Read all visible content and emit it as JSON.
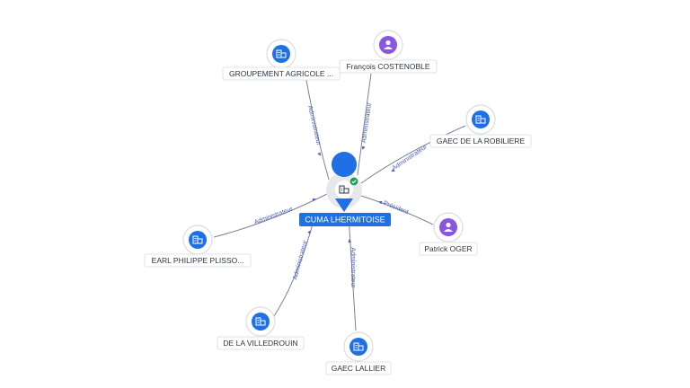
{
  "colors": {
    "company": "#1f6fe5",
    "person": "#8a55e0",
    "edge": "#7a8494",
    "edge_label": "#4a5fb0",
    "verified": "#1f9d55"
  },
  "center": {
    "label": "CUMA LHERMITOISE",
    "icon": "building-icon",
    "verified": true
  },
  "nodes": [
    {
      "id": "groupement",
      "label": "GROUPEMENT AGRICOLE ...",
      "kind": "company",
      "icon": "building-icon",
      "relation": "Administrateur"
    },
    {
      "id": "costenoble",
      "label": "François COSTENOBLE",
      "kind": "person",
      "icon": "person-icon",
      "relation": "Administrateur"
    },
    {
      "id": "robiliere",
      "label": "GAEC DE LA ROBILIERE",
      "kind": "company",
      "icon": "building-icon",
      "relation": "Administrateur"
    },
    {
      "id": "oger",
      "label": "Patrick OGER",
      "kind": "person",
      "icon": "person-icon",
      "relation": "Président"
    },
    {
      "id": "lallier",
      "label": "GAEC LALLIER",
      "kind": "company",
      "icon": "building-icon",
      "relation": "Administrateur"
    },
    {
      "id": "villedrouin",
      "label": "DE LA VILLEDROUIN",
      "kind": "company",
      "icon": "building-icon",
      "relation": "Administrateur"
    },
    {
      "id": "plisson",
      "label": "EARL PHILIPPE PLISSO...",
      "kind": "company",
      "icon": "building-icon",
      "relation": "Administrateur"
    }
  ]
}
